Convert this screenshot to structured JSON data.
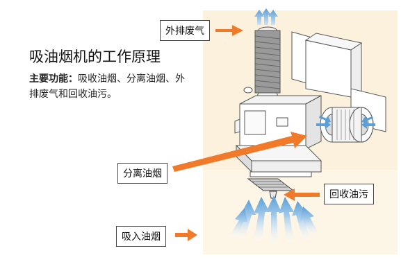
{
  "title": "吸油烟机的工作原理",
  "functions": {
    "heading": "主要功能：",
    "text": "吸收油烟、分离油烟、外排废气和回收油污。"
  },
  "labels": {
    "exhaust": "外排废气",
    "separate": "分离油烟",
    "recover": "回收油污",
    "intake": "吸入油烟"
  },
  "colors": {
    "panel": "#fbf1dc",
    "arrow": "#f07a2a",
    "airflow": "#7ab3de",
    "line": "#444444"
  }
}
